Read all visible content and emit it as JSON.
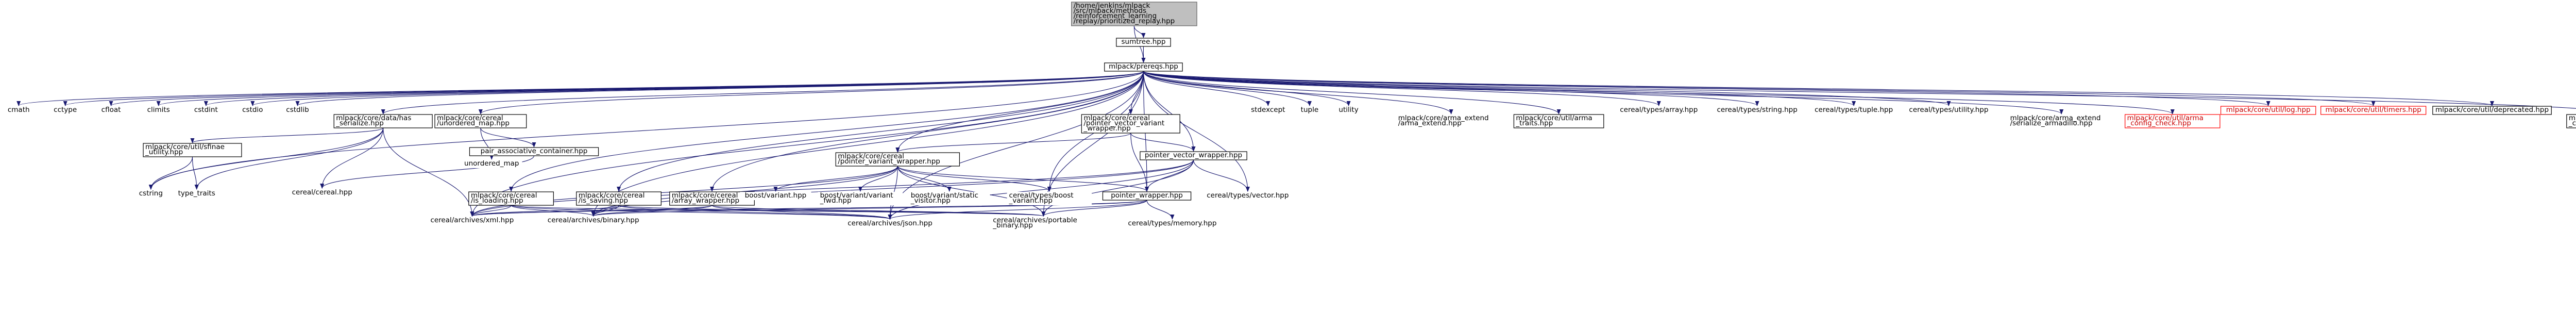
{
  "colors": {
    "edge": "#191970",
    "edge_light": "#9a9ac7",
    "node_border": "#666666",
    "node_fill": "#ffffff",
    "root_fill": "#bfbfbf",
    "bordered_border": "#000000",
    "red": "#ff0000",
    "red_text": "#c80000"
  },
  "diagram": {
    "type": "include-dependency-graph",
    "nodes": [
      {
        "id": "root",
        "lines": [
          "/home/jenkins/mlpack",
          "/src/mlpack/methods",
          "/reinforcement_learning",
          "/replay/prioritized_replay.hpp"
        ],
        "style": "root"
      },
      {
        "id": "sumtree",
        "lines": [
          "sumtree.hpp"
        ],
        "style": "bordered"
      },
      {
        "id": "prereqs",
        "lines": [
          "mlpack/prereqs.hpp"
        ],
        "style": "bordered"
      },
      {
        "id": "cmath",
        "lines": [
          "cmath"
        ],
        "style": "plain"
      },
      {
        "id": "cctype",
        "lines": [
          "cctype"
        ],
        "style": "plain"
      },
      {
        "id": "cfloat",
        "lines": [
          "cfloat"
        ],
        "style": "plain"
      },
      {
        "id": "climits",
        "lines": [
          "climits"
        ],
        "style": "plain"
      },
      {
        "id": "cstdint",
        "lines": [
          "cstdint"
        ],
        "style": "plain"
      },
      {
        "id": "cstdio",
        "lines": [
          "cstdio"
        ],
        "style": "plain"
      },
      {
        "id": "cstdlib",
        "lines": [
          "cstdlib"
        ],
        "style": "plain"
      },
      {
        "id": "has_serialize",
        "lines": [
          "mlpack/core/data/has",
          "_serialize.hpp"
        ],
        "style": "bordered"
      },
      {
        "id": "unordered_map_hpp",
        "lines": [
          "mlpack/core/cereal",
          "/unordered_map.hpp"
        ],
        "style": "bordered"
      },
      {
        "id": "pvw",
        "lines": [
          "mlpack/core/cereal",
          "/pointer_vector_variant",
          "_wrapper.hpp"
        ],
        "style": "bordered"
      },
      {
        "id": "stdexcept",
        "lines": [
          "stdexcept"
        ],
        "style": "plain"
      },
      {
        "id": "tuple",
        "lines": [
          "tuple"
        ],
        "style": "plain"
      },
      {
        "id": "utility",
        "lines": [
          "utility"
        ],
        "style": "plain"
      },
      {
        "id": "arma_extend",
        "lines": [
          "mlpack/core/arma_extend",
          "/arma_extend.hpp"
        ],
        "style": "plain"
      },
      {
        "id": "arma_traits",
        "lines": [
          "mlpack/core/util/arma",
          "_traits.hpp"
        ],
        "style": "bordered"
      },
      {
        "id": "ctypes_array",
        "lines": [
          "cereal/types/array.hpp"
        ],
        "style": "plain"
      },
      {
        "id": "ctypes_string",
        "lines": [
          "cereal/types/string.hpp"
        ],
        "style": "plain"
      },
      {
        "id": "ctypes_tuple",
        "lines": [
          "cereal/types/tuple.hpp"
        ],
        "style": "plain"
      },
      {
        "id": "ctypes_utility",
        "lines": [
          "cereal/types/utility.hpp"
        ],
        "style": "plain"
      },
      {
        "id": "serialize_armadillo",
        "lines": [
          "mlpack/core/arma_extend",
          "/serialize_armadillo.hpp"
        ],
        "style": "plain"
      },
      {
        "id": "arma_config_check",
        "lines": [
          "mlpack/core/util/arma",
          "_config_check.hpp"
        ],
        "style": "red"
      },
      {
        "id": "log_hpp",
        "lines": [
          "mlpack/core/util/log.hpp"
        ],
        "style": "red"
      },
      {
        "id": "timers_hpp",
        "lines": [
          "mlpack/core/util/timers.hpp"
        ],
        "style": "red"
      },
      {
        "id": "deprecated_hpp",
        "lines": [
          "mlpack/core/util/deprecated.hpp"
        ],
        "style": "bordered"
      },
      {
        "id": "size_checks",
        "lines": [
          "mlpack/core/util/size",
          "_checks.hpp"
        ],
        "style": "bordered"
      },
      {
        "id": "sfinae_utility",
        "lines": [
          "mlpack/core/util/sfinae",
          "_utility.hpp"
        ],
        "style": "bordered"
      },
      {
        "id": "pair_assoc",
        "lines": [
          "pair_associative_container.hpp"
        ],
        "style": "bordered"
      },
      {
        "id": "unordered_map",
        "lines": [
          "unordered_map"
        ],
        "style": "plain"
      },
      {
        "id": "pointer_variant_wrapper",
        "lines": [
          "mlpack/core/cereal",
          "/pointer_variant_wrapper.hpp"
        ],
        "style": "bordered"
      },
      {
        "id": "pointer_vector_wrapper",
        "lines": [
          "pointer_vector_wrapper.hpp"
        ],
        "style": "bordered"
      },
      {
        "id": "cstring",
        "lines": [
          "cstring"
        ],
        "style": "plain"
      },
      {
        "id": "type_traits",
        "lines": [
          "type_traits"
        ],
        "style": "plain"
      },
      {
        "id": "cereal_hpp",
        "lines": [
          "cereal/cereal.hpp"
        ],
        "style": "plain"
      },
      {
        "id": "is_loading",
        "lines": [
          "mlpack/core/cereal",
          "/is_loading.hpp"
        ],
        "style": "bordered"
      },
      {
        "id": "is_saving",
        "lines": [
          "mlpack/core/cereal",
          "/is_saving.hpp"
        ],
        "style": "bordered"
      },
      {
        "id": "array_wrapper",
        "lines": [
          "mlpack/core/cereal",
          "/array_wrapper.hpp"
        ],
        "style": "bordered"
      },
      {
        "id": "boost_variant",
        "lines": [
          "boost/variant.hpp"
        ],
        "style": "plain"
      },
      {
        "id": "boost_variant_fwd",
        "lines": [
          "boost/variant/variant",
          "_fwd.hpp"
        ],
        "style": "plain"
      },
      {
        "id": "boost_static_visitor",
        "lines": [
          "boost/variant/static",
          "_visitor.hpp"
        ],
        "style": "plain"
      },
      {
        "id": "ctypes_boost_variant",
        "lines": [
          "cereal/types/boost",
          "_variant.hpp"
        ],
        "style": "plain"
      },
      {
        "id": "pointer_wrapper",
        "lines": [
          "pointer_wrapper.hpp"
        ],
        "style": "bordered"
      },
      {
        "id": "ctypes_vector",
        "lines": [
          "cereal/types/vector.hpp"
        ],
        "style": "plain"
      },
      {
        "id": "archives_xml",
        "lines": [
          "cereal/archives/xml.hpp"
        ],
        "style": "plain"
      },
      {
        "id": "archives_binary",
        "lines": [
          "cereal/archives/binary.hpp"
        ],
        "style": "plain"
      },
      {
        "id": "archives_json",
        "lines": [
          "cereal/archives/json.hpp"
        ],
        "style": "plain"
      },
      {
        "id": "archives_portable",
        "lines": [
          "cereal/archives/portable",
          "_binary.hpp"
        ],
        "style": "plain"
      },
      {
        "id": "ctypes_memory",
        "lines": [
          "cereal/types/memory.hpp"
        ],
        "style": "plain"
      }
    ],
    "edges": [
      [
        "root",
        "sumtree"
      ],
      [
        "root",
        "prereqs"
      ],
      [
        "sumtree",
        "prereqs"
      ],
      [
        "prereqs",
        "cmath"
      ],
      [
        "prereqs",
        "cctype"
      ],
      [
        "prereqs",
        "cfloat"
      ],
      [
        "prereqs",
        "climits"
      ],
      [
        "prereqs",
        "cstdint"
      ],
      [
        "prereqs",
        "cstdio"
      ],
      [
        "prereqs",
        "cstdlib"
      ],
      [
        "prereqs",
        "has_serialize"
      ],
      [
        "prereqs",
        "unordered_map_hpp"
      ],
      [
        "prereqs",
        "pvw"
      ],
      [
        "prereqs",
        "stdexcept"
      ],
      [
        "prereqs",
        "tuple"
      ],
      [
        "prereqs",
        "utility"
      ],
      [
        "prereqs",
        "arma_extend"
      ],
      [
        "prereqs",
        "arma_traits"
      ],
      [
        "prereqs",
        "ctypes_array"
      ],
      [
        "prereqs",
        "ctypes_string"
      ],
      [
        "prereqs",
        "ctypes_tuple"
      ],
      [
        "prereqs",
        "ctypes_utility"
      ],
      [
        "prereqs",
        "serialize_armadillo"
      ],
      [
        "prereqs",
        "arma_config_check"
      ],
      [
        "prereqs",
        "log_hpp"
      ],
      [
        "prereqs",
        "timers_hpp"
      ],
      [
        "prereqs",
        "deprecated_hpp"
      ],
      [
        "prereqs",
        "size_checks"
      ],
      [
        "prereqs",
        "cstring"
      ],
      [
        "prereqs",
        "pointer_variant_wrapper"
      ],
      [
        "prereqs",
        "pointer_vector_wrapper"
      ],
      [
        "prereqs",
        "is_loading"
      ],
      [
        "prereqs",
        "is_saving"
      ],
      [
        "prereqs",
        "array_wrapper"
      ],
      [
        "prereqs",
        "ctypes_boost_variant"
      ],
      [
        "prereqs",
        "pointer_wrapper"
      ],
      [
        "prereqs",
        "ctypes_vector"
      ],
      [
        "prereqs",
        "archives_xml"
      ],
      [
        "prereqs",
        "archives_binary"
      ],
      [
        "prereqs",
        "archives_json"
      ],
      [
        "prereqs",
        "archives_portable"
      ],
      [
        "has_serialize",
        "sfinae_utility"
      ],
      [
        "has_serialize",
        "cstring"
      ],
      [
        "has_serialize",
        "type_traits"
      ],
      [
        "has_serialize",
        "cereal_hpp"
      ],
      [
        "has_serialize",
        "archives_xml"
      ],
      [
        "sfinae_utility",
        "cstring"
      ],
      [
        "sfinae_utility",
        "type_traits"
      ],
      [
        "unordered_map_hpp",
        "pair_assoc"
      ],
      [
        "unordered_map_hpp",
        "unordered_map"
      ],
      [
        "pair_assoc",
        "cereal_hpp"
      ],
      [
        "pvw",
        "pointer_variant_wrapper"
      ],
      [
        "pvw",
        "pointer_vector_wrapper"
      ],
      [
        "pvw",
        "pointer_wrapper"
      ],
      [
        "pointer_variant_wrapper",
        "boost_variant"
      ],
      [
        "pointer_variant_wrapper",
        "boost_variant_fwd"
      ],
      [
        "pointer_variant_wrapper",
        "boost_static_visitor"
      ],
      [
        "pointer_variant_wrapper",
        "ctypes_boost_variant"
      ],
      [
        "pointer_variant_wrapper",
        "pointer_wrapper"
      ],
      [
        "pointer_variant_wrapper",
        "archives_xml"
      ],
      [
        "pointer_variant_wrapper",
        "archives_binary"
      ],
      [
        "pointer_variant_wrapper",
        "archives_json"
      ],
      [
        "pointer_variant_wrapper",
        "archives_portable"
      ],
      [
        "pointer_vector_wrapper",
        "pointer_wrapper"
      ],
      [
        "pointer_vector_wrapper",
        "ctypes_vector"
      ],
      [
        "pointer_vector_wrapper",
        "archives_xml"
      ],
      [
        "pointer_vector_wrapper",
        "archives_binary"
      ],
      [
        "pointer_vector_wrapper",
        "archives_json"
      ],
      [
        "pointer_vector_wrapper",
        "archives_portable"
      ],
      [
        "pointer_wrapper",
        "ctypes_memory"
      ],
      [
        "pointer_wrapper",
        "archives_xml"
      ],
      [
        "pointer_wrapper",
        "archives_binary"
      ],
      [
        "pointer_wrapper",
        "archives_json"
      ],
      [
        "pointer_wrapper",
        "archives_portable"
      ],
      [
        "is_loading",
        "archives_xml"
      ],
      [
        "is_loading",
        "archives_binary"
      ],
      [
        "is_loading",
        "archives_json"
      ],
      [
        "is_loading",
        "archives_portable"
      ],
      [
        "is_saving",
        "archives_xml"
      ],
      [
        "is_saving",
        "archives_binary"
      ],
      [
        "is_saving",
        "archives_json"
      ],
      [
        "is_saving",
        "archives_portable"
      ],
      [
        "array_wrapper",
        "archives_xml"
      ],
      [
        "array_wrapper",
        "archives_binary"
      ],
      [
        "array_wrapper",
        "archives_json"
      ],
      [
        "array_wrapper",
        "archives_portable"
      ]
    ]
  }
}
